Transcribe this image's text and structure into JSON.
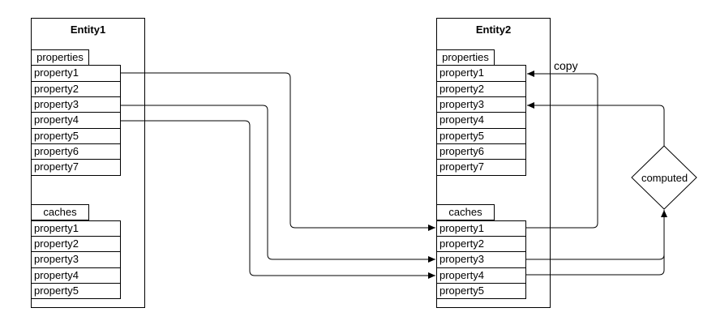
{
  "page": {
    "background": "#ffffff",
    "line_color": "#000000"
  },
  "diagram": {
    "entity1": {
      "title": "Entity1",
      "properties_label": "properties",
      "properties": [
        "property1",
        "property2",
        "property3",
        "property4",
        "property5",
        "property6",
        "property7"
      ],
      "caches_label": "caches",
      "caches": [
        "property1",
        "property2",
        "property3",
        "property4",
        "property5"
      ]
    },
    "entity2": {
      "title": "Entity2",
      "properties_label": "properties",
      "properties": [
        "property1",
        "property2",
        "property3",
        "property4",
        "property5",
        "property6",
        "property7"
      ],
      "caches_label": "caches",
      "caches": [
        "property1",
        "property2",
        "property3",
        "property4",
        "property5"
      ]
    },
    "copy_label": "copy",
    "computed_label": "computed"
  },
  "connections": [
    {
      "from": "entity1.properties.property1",
      "to": "entity2.caches.property1"
    },
    {
      "from": "entity1.properties.property3",
      "to": "entity2.caches.property3"
    },
    {
      "from": "entity1.properties.property4",
      "to": "entity2.caches.property4"
    },
    {
      "from": "entity2.caches.property1",
      "to": "entity2.properties.property1",
      "label": "copy"
    },
    {
      "from": "entity2.caches.property3",
      "to": "computed"
    },
    {
      "from": "entity2.caches.property4",
      "to": "computed"
    },
    {
      "from": "computed",
      "to": "entity2.properties.property3"
    }
  ]
}
